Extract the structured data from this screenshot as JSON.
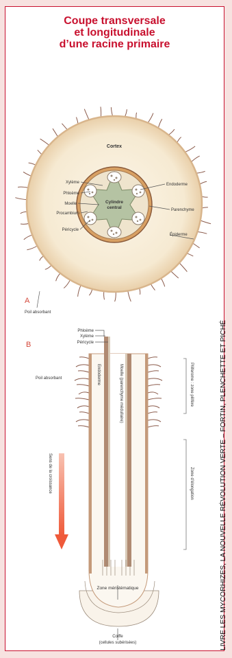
{
  "title": {
    "line1": "Coupe transversale",
    "line2": "et longitudinale",
    "line3": "d’une racine primaire"
  },
  "panel_a": {
    "letter": "A",
    "labels": {
      "cortex": "Cortex",
      "xyleme": "Xylème",
      "phloeme": "Phloème",
      "moelle": "Moelle",
      "procambium": "Procambium",
      "pericycle": "Péricycle",
      "cylindre_line1": "Cylindre",
      "cylindre_line2": "central",
      "endoderme": "Endoderme",
      "parenchyme": "Parenchyme",
      "epiderme": "Épiderme",
      "poil_absorbant": "Poil absorbant"
    }
  },
  "panel_b": {
    "letter": "B",
    "labels": {
      "phloeme": "Phloème",
      "xyleme": "Xylème",
      "pericycle": "Péricycle",
      "poil_absorbant": "Poil absorbant",
      "endoderme": "Endoderme",
      "moelle": "Moelle (parenchyme médullaire)",
      "zone_pilifere": "Piliferome : zone pilifère",
      "zone_elongation": "Zone d’élongation",
      "sens_croissance": "Sens de la croissance",
      "zone_meristematique": "Zone méristématique",
      "coiffe_line1": "Coiffe",
      "coiffe_line2": "(cellules subérisées)"
    }
  },
  "credit": "LIVRE LES MYCORHIZES, LA NOUVELLE RÉVOLUTION VERTE – FORTIN, PLENCHETTE ET PICHÉ",
  "colors": {
    "accent": "#c8102e",
    "background": "#f7e2e0",
    "cortex_fill": "#f6ecd7",
    "cortex_edge": "#d8b58c",
    "stele_fill": "#b5c3a3",
    "root_hair": "#8a5a4a",
    "arrow": "#f06a4a"
  }
}
